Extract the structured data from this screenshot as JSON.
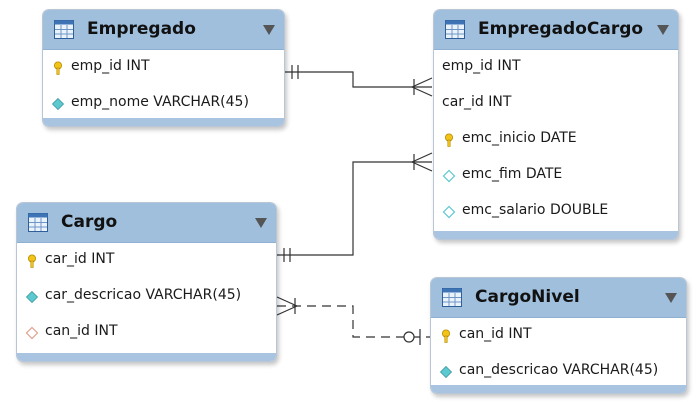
{
  "entities": {
    "empregado": {
      "title": "Empregado",
      "columns": [
        {
          "label": "emp_id INT",
          "icon": "primary-key-icon"
        },
        {
          "label": "emp_nome VARCHAR(45)",
          "icon": "attribute-icon"
        }
      ]
    },
    "empregado_cargo": {
      "title": "EmpregadoCargo",
      "columns": [
        {
          "label": "emp_id INT",
          "icon": "none"
        },
        {
          "label": "car_id INT",
          "icon": "none"
        },
        {
          "label": "emc_inicio DATE",
          "icon": "primary-key-icon"
        },
        {
          "label": "emc_fim DATE",
          "icon": "nullable-attribute-icon"
        },
        {
          "label": "emc_salario DOUBLE",
          "icon": "nullable-attribute-icon"
        }
      ]
    },
    "cargo": {
      "title": "Cargo",
      "columns": [
        {
          "label": "car_id INT",
          "icon": "primary-key-icon"
        },
        {
          "label": "car_descricao VARCHAR(45)",
          "icon": "attribute-icon"
        },
        {
          "label": "can_id INT",
          "icon": "foreign-key-icon"
        }
      ]
    },
    "cargo_nivel": {
      "title": "CargoNivel",
      "columns": [
        {
          "label": "can_id INT",
          "icon": "primary-key-icon"
        },
        {
          "label": "can_descricao VARCHAR(45)",
          "icon": "attribute-icon"
        }
      ]
    }
  },
  "relationships": [
    {
      "from": "Empregado",
      "to": "EmpregadoCargo",
      "from_end": "one-and-only-one",
      "to_end": "one-or-many",
      "style": "solid"
    },
    {
      "from": "Cargo",
      "to": "EmpregadoCargo",
      "from_end": "one-and-only-one",
      "to_end": "one-or-many",
      "style": "solid"
    },
    {
      "from": "Cargo",
      "to": "CargoNivel",
      "from_end": "one-or-many",
      "to_end": "zero-or-one",
      "style": "dashed"
    }
  ],
  "colors": {
    "header": "#9fbfdd",
    "footer": "#a8c4e0",
    "key_icon": "#f2c318",
    "attribute_icon": "#5cc8d0",
    "foreign_key_icon": "#e0a090",
    "line": "#333333"
  }
}
